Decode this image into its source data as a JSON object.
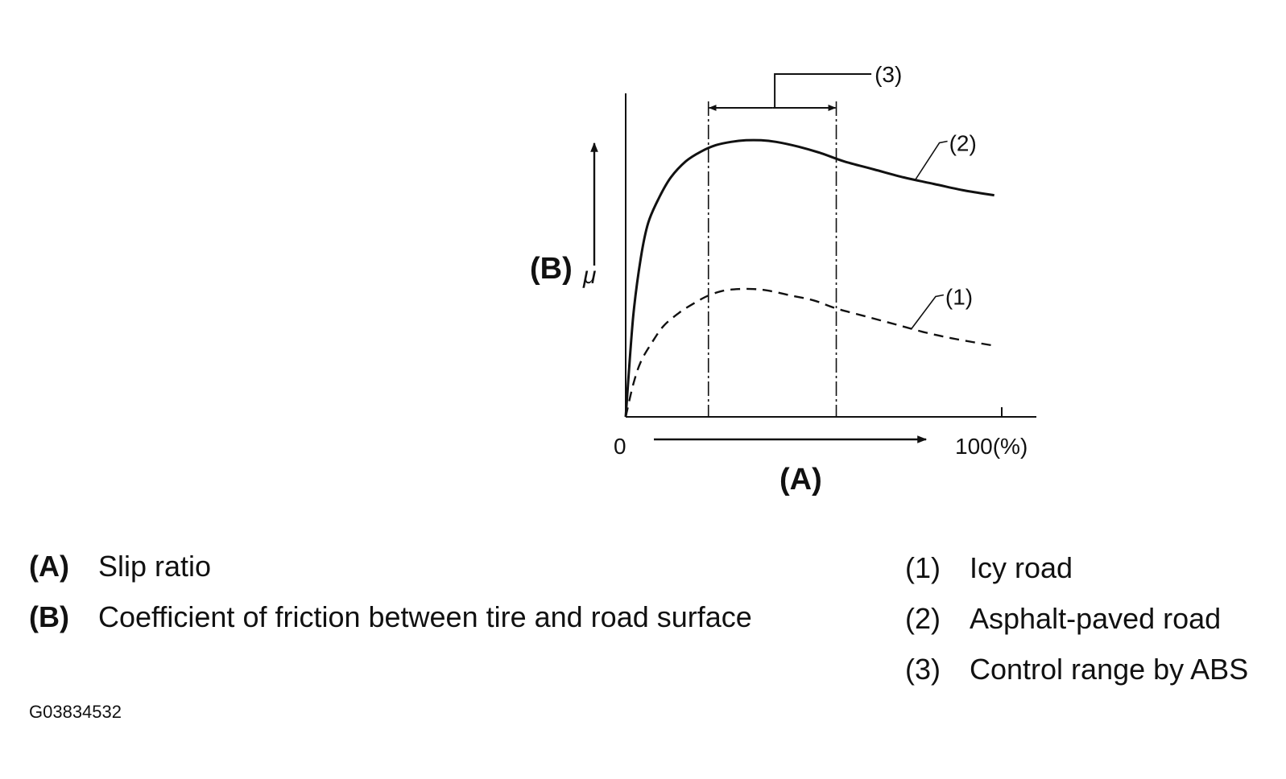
{
  "chart_data": {
    "type": "line",
    "xlim": [
      0,
      100
    ],
    "ylim": [
      0,
      1
    ],
    "x_axis": {
      "label_letter": "(A)",
      "tick_start": "0",
      "tick_end": "100(%)"
    },
    "y_axis": {
      "label_letter": "(B)",
      "symbol": "μ"
    },
    "grid": false,
    "control_range": {
      "label": "(3)",
      "x_start": 22,
      "x_end": 56
    },
    "series": [
      {
        "name": "(2)",
        "style": "solid",
        "x": [
          0,
          2,
          4,
          6,
          9,
          12,
          16,
          20,
          24,
          28,
          32,
          36,
          40,
          46,
          52,
          58,
          66,
          74,
          82,
          90,
          98
        ],
        "y": [
          0,
          0.31,
          0.49,
          0.6,
          0.68,
          0.74,
          0.79,
          0.82,
          0.84,
          0.85,
          0.855,
          0.855,
          0.85,
          0.835,
          0.815,
          0.79,
          0.765,
          0.74,
          0.72,
          0.7,
          0.685
        ]
      },
      {
        "name": "(1)",
        "style": "dashed",
        "x": [
          0,
          2,
          4,
          7,
          10,
          14,
          18,
          22,
          26,
          30,
          34,
          38,
          44,
          50,
          56,
          64,
          72,
          80,
          88,
          98
        ],
        "y": [
          0,
          0.1,
          0.17,
          0.23,
          0.28,
          0.32,
          0.35,
          0.375,
          0.39,
          0.395,
          0.395,
          0.39,
          0.375,
          0.36,
          0.335,
          0.31,
          0.285,
          0.26,
          0.24,
          0.22
        ]
      }
    ]
  },
  "legend": {
    "left": [
      {
        "key": "(A)",
        "text": "Slip ratio"
      },
      {
        "key": "(B)",
        "text": "Coefficient of friction between tire and road surface"
      }
    ],
    "right": [
      {
        "key": "(1)",
        "text": "Icy road"
      },
      {
        "key": "(2)",
        "text": "Asphalt-paved road"
      },
      {
        "key": "(3)",
        "text": "Control range by ABS"
      }
    ]
  },
  "figure_id": "G03834532",
  "colors": {
    "ink": "#111111",
    "background": "#ffffff"
  }
}
